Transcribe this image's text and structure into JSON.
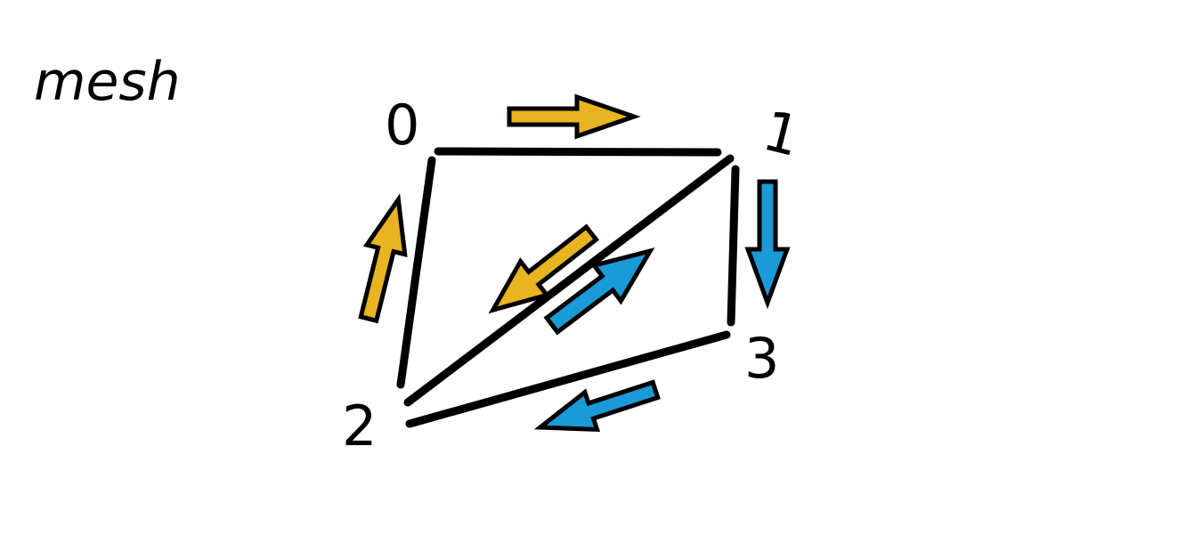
{
  "title": "mesh",
  "vertices": [
    {
      "id": "v0",
      "label": "0"
    },
    {
      "id": "v1",
      "label": "1"
    },
    {
      "id": "v2",
      "label": "2"
    },
    {
      "id": "v3",
      "label": "3"
    }
  ],
  "edges": [
    {
      "name": "edge-0-1",
      "from": "v0",
      "to": "v1"
    },
    {
      "name": "edge-0-2",
      "from": "v0",
      "to": "v2"
    },
    {
      "name": "edge-1-2",
      "from": "v1",
      "to": "v2"
    },
    {
      "name": "edge-1-3",
      "from": "v1",
      "to": "v3"
    },
    {
      "name": "edge-3-2",
      "from": "v3",
      "to": "v2"
    }
  ],
  "triangles": [
    {
      "name": "triangle-0-1-2",
      "color": "#E8B420",
      "cycle": [
        "v0",
        "v1",
        "v2"
      ]
    },
    {
      "name": "triangle-1-3-2",
      "color": "#1A9AD6",
      "cycle": [
        "v1",
        "v3",
        "v2"
      ]
    }
  ],
  "colors": {
    "ink": "#000000",
    "background": "#FFFFFF",
    "triangle_a": "#E8B420",
    "triangle_b": "#1A9AD6"
  }
}
